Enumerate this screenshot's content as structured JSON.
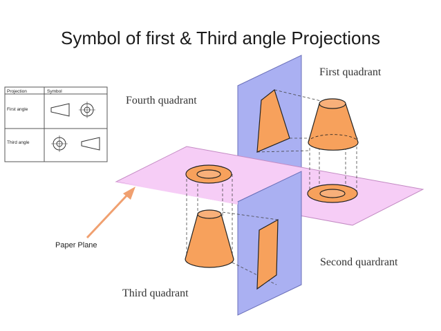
{
  "slide": {
    "title": "Symbol of first & Third angle Projections"
  },
  "symbol_table": {
    "header_projection": "Projection",
    "header_symbol": "Symbol",
    "row1_label": "First angle",
    "row2_label": "Third angle"
  },
  "diagram": {
    "first_quadrant": "First quadrant",
    "second_quadrant": "Second quardrant",
    "third_quadrant": "Third quadrant",
    "fourth_quadrant": "Fourth quadrant",
    "paper_plane_label": "Paper Plane"
  },
  "colors": {
    "horizontal_plane": "#f6cdf6",
    "vertical_plane": "#aab0f2",
    "object_fill": "#f7a15c",
    "arrow": "#f0a070"
  }
}
